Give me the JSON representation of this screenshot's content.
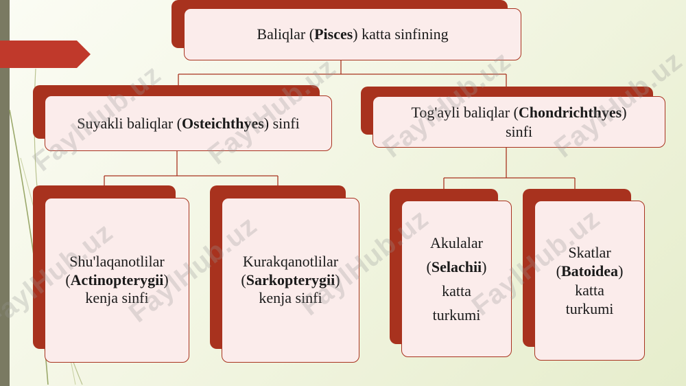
{
  "root": {
    "pre": "Baliqlar (",
    "bold": "Pisces",
    "post": ") katta sinfining"
  },
  "branch_left": {
    "pre": "Suyakli baliqlar (",
    "bold": "Osteichthyes",
    "post": ") sinfi"
  },
  "branch_right": {
    "pre": "Tog'ayli baliqlar (",
    "bold": "Chondrichthyes",
    "post": ")",
    "line2": "sinfi"
  },
  "leaves": [
    {
      "l1": "Shu'laqanotlilar",
      "pre": "(",
      "bold": "Actinopterygii",
      "post": ")",
      "l3": "kenja sinfi"
    },
    {
      "l1": "Kurakqanotlilar",
      "pre": "(",
      "bold": "Sarkopterygii",
      "post": ")",
      "l3": "kenja sinfi"
    },
    {
      "l1": "Akulalar",
      "pre": "(",
      "bold": "Selachii",
      "post": ")",
      "l3": "katta",
      "l4": "turkumi"
    },
    {
      "l1": "Skatlar",
      "pre": "(",
      "bold": "Batoidea",
      "post": ")",
      "l3": "katta",
      "l4": "turkumi"
    }
  ],
  "watermark": "FaylHub.uz",
  "colors": {
    "accent": "#a8321e",
    "box_fill": "#fbeceb",
    "side_bar": "#7a7a62"
  }
}
